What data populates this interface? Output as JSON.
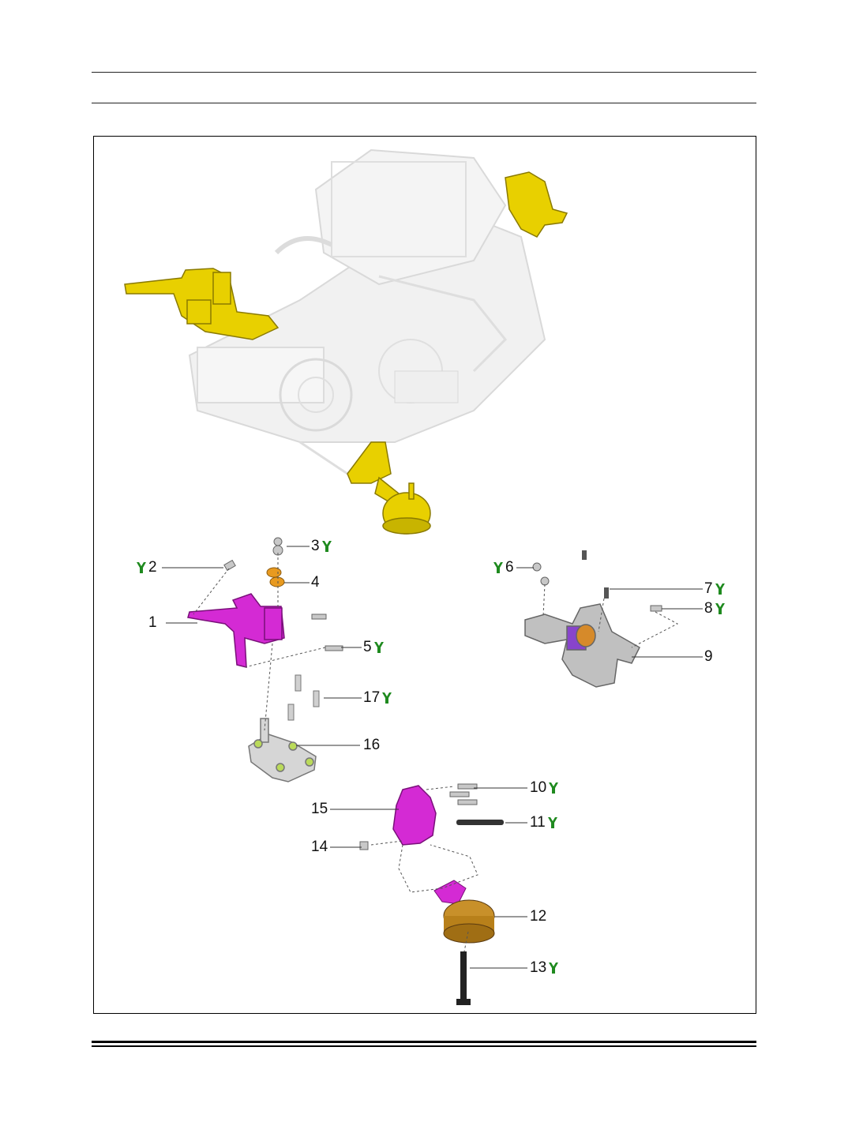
{
  "callouts": [
    {
      "id": "1",
      "label": "1",
      "torque": false
    },
    {
      "id": "2",
      "label": "2",
      "torque": true
    },
    {
      "id": "3",
      "label": "3",
      "torque": true
    },
    {
      "id": "4",
      "label": "4",
      "torque": false
    },
    {
      "id": "5",
      "label": "5",
      "torque": true
    },
    {
      "id": "6",
      "label": "6",
      "torque": true
    },
    {
      "id": "7",
      "label": "7",
      "torque": true
    },
    {
      "id": "8",
      "label": "8",
      "torque": true
    },
    {
      "id": "9",
      "label": "9",
      "torque": false
    },
    {
      "id": "10",
      "label": "10",
      "torque": true
    },
    {
      "id": "11",
      "label": "11",
      "torque": true
    },
    {
      "id": "12",
      "label": "12",
      "torque": false
    },
    {
      "id": "13",
      "label": "13",
      "torque": true
    },
    {
      "id": "14",
      "label": "14",
      "torque": false
    },
    {
      "id": "15",
      "label": "15",
      "torque": false
    },
    {
      "id": "16",
      "label": "16",
      "torque": false
    },
    {
      "id": "17",
      "label": "17",
      "torque": true
    }
  ],
  "icons": {
    "torque": "torque-wrench-icon"
  },
  "colors": {
    "mount_yellow": "#e8d000",
    "bracket_magenta": "#d42ad4",
    "bushing_orange": "#c8902a",
    "torque_green": "#1f8a1f",
    "engine_ghost": "#d8d8d8"
  }
}
